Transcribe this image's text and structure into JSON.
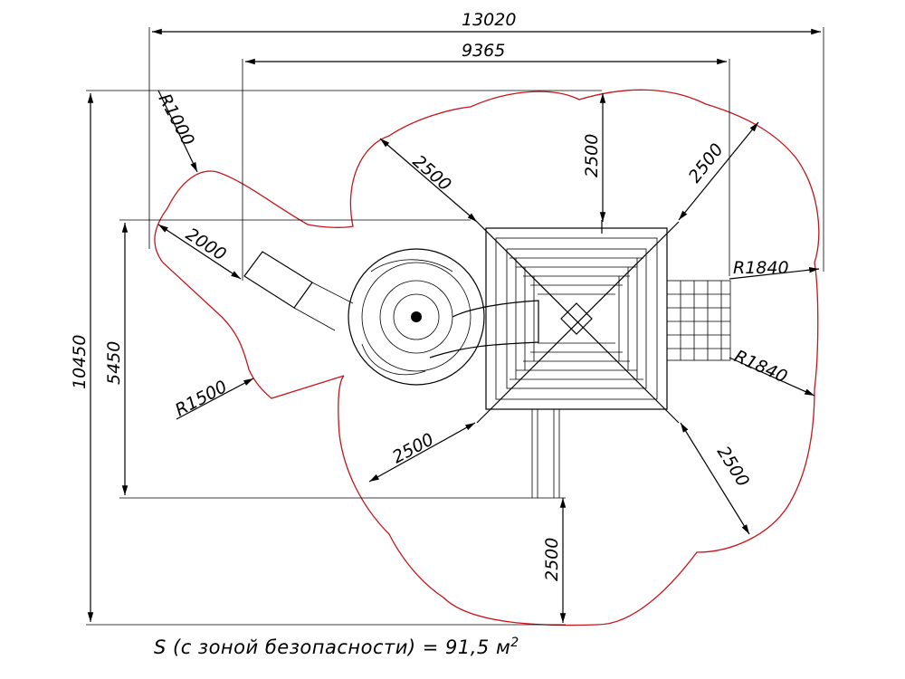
{
  "dimensions": {
    "total_width": "13020",
    "inner_width": "9365",
    "total_height": "10450",
    "inner_height": "5450",
    "r1000": "R1000",
    "r1500": "R1500",
    "r1840_top": "R1840",
    "r1840_bottom": "R1840",
    "d2000": "2000",
    "d2500_top_left": "2500",
    "d2500_top": "2500",
    "d2500_top_right": "2500",
    "d2500_bottom_left": "2500",
    "d2500_bottom_right": "2500",
    "d2500_bottom": "2500"
  },
  "caption": {
    "prefix": "S (с зоной безопасности) = 91,5 м",
    "superscript": "2"
  },
  "colors": {
    "safety_zone": "#c8151b",
    "lines": "#000000"
  }
}
